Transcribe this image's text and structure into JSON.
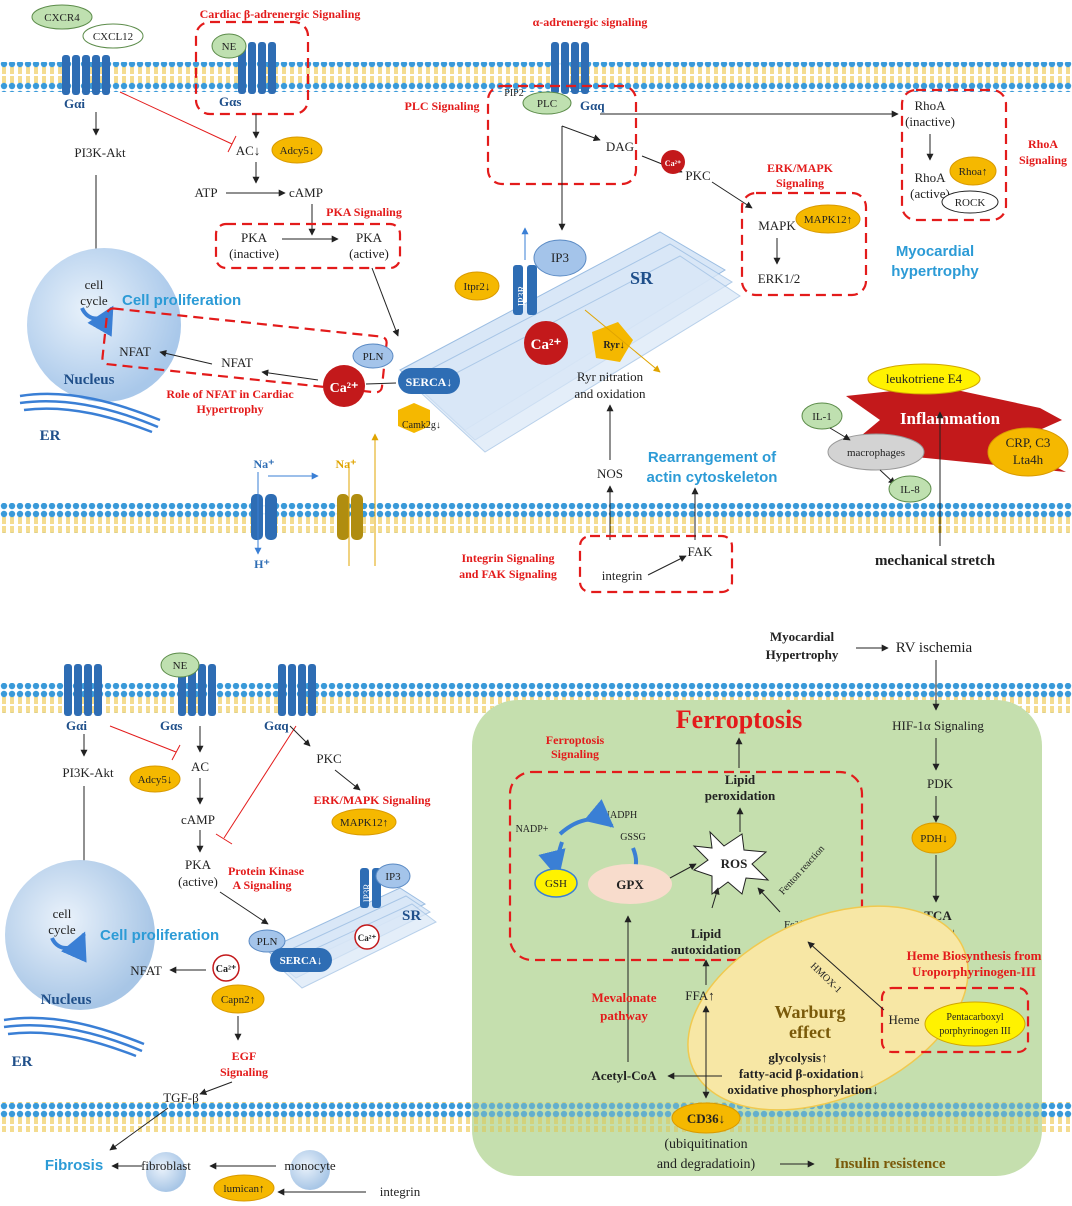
{
  "top": {
    "receptors": {
      "cxcr4": "CXCR4",
      "cxcl12": "CXCL12",
      "ne": "NE",
      "gai": "Gαi",
      "gas": "Gαs",
      "gaq": "Gαq"
    },
    "titles": {
      "cardiac_beta": "Cardiac β-adrenergic Signaling",
      "alpha": "α-adrenergic signaling",
      "plc_signaling": "PLC Signaling",
      "pka_signaling": "PKA Signaling",
      "erk_mapk_1": "ERK/MAPK",
      "erk_mapk_2": "Signaling",
      "rhoa_1": "RhoA",
      "rhoa_2": "Signaling",
      "nfat_1": "Role of NFAT in Cardiac",
      "nfat_2": "Hypertrophy",
      "integrin_1": "Integrin Signaling",
      "integrin_2": "and FAK Signaling"
    },
    "nodes": {
      "pi3k": "PI3K-Akt",
      "ac": "AC↓",
      "adcy5": "Adcy5↓",
      "atp": "ATP",
      "camp": "cAMP",
      "pka_inactive_1": "PKA",
      "pka_inactive_2": "(inactive)",
      "pka_active_1": "PKA",
      "pka_active_2": "(active)",
      "pip2": "PIP2",
      "plc": "PLC",
      "dag": "DAG",
      "pkc": "PKC",
      "ca_small": "Ca²⁺",
      "mapk": "MAPK",
      "mapk12": "MAPK12↑",
      "erk12": "ERK1/2",
      "rhoa_inactive_1": "RhoA",
      "rhoa_inactive_2": "(inactive)",
      "rhoa_active_1": "RhoA",
      "rhoa_active_2": "(active)",
      "rhoa_up": "Rhoa↑",
      "rock": "ROCK",
      "cell_cycle_1": "cell",
      "cell_cycle_2": "cycle",
      "cell_prolif": "Cell proliferation",
      "nfat_in": "NFAT",
      "nfat_out": "NFAT",
      "nucleus": "Nucleus",
      "er": "ER",
      "ca_big": "Ca²⁺",
      "pln": "PLN",
      "serca": "SERCA↓",
      "camk2g": "Camk2g↓",
      "itpr2": "Itpr2↓",
      "ip3r": "IP3R",
      "ip3": "IP3",
      "sr": "SR",
      "ca_sr": "Ca²⁺",
      "ryr": "Ryr↓",
      "ryr_nitration_1": "Ryr nitration",
      "ryr_nitration_2": "and oxidation",
      "myo_hyper_1": "Myocardial",
      "myo_hyper_2": "hypertrophy",
      "na1": "Na⁺",
      "na2": "Na⁺",
      "h": "H⁺",
      "nos": "NOS",
      "rearr_1": "Rearrangement of",
      "rearr_2": "actin cytoskeleton",
      "integrin": "integrin",
      "fak": "FAK",
      "leukotriene": "leukotriene E4",
      "inflammation": "Inflammation",
      "il1": "IL-1",
      "macrophages": "macrophages",
      "il8": "IL-8",
      "crp_1": "CRP, C3",
      "crp_2": "Lta4h",
      "mech_stretch": "mechanical stretch"
    }
  },
  "bottom": {
    "receptors": {
      "ne": "NE",
      "gai": "Gαi",
      "gas": "Gαs",
      "gaq": "Gαq"
    },
    "nodes": {
      "pi3k": "PI3K-Akt",
      "ac": "AC",
      "adcy5": "Adcy5↓",
      "camp": "cAMP",
      "pka_1": "PKA",
      "pka_2": "(active)",
      "pkc": "PKC",
      "erk_mapk": "ERK/MAPK Signaling",
      "mapk12": "MAPK12↑",
      "pka_sig_1": "Protein Kinase",
      "pka_sig_2": "A Signaling",
      "cell_cycle_1": "cell",
      "cell_cycle_2": "cycle",
      "cell_prolif": "Cell proliferation",
      "nucleus": "Nucleus",
      "er": "ER",
      "nfat": "NFAT",
      "ca": "Ca²⁺",
      "capn2": "Capn2↑",
      "pln": "PLN",
      "serca": "SERCA↓",
      "ip3r": "IP3R",
      "ip3": "IP3",
      "ca_sr": "Ca²⁺",
      "sr": "SR",
      "egf_1": "EGF",
      "egf_2": "Signaling",
      "tgfb": "TGF-β",
      "fibrosis": "Fibrosis",
      "fibroblast": "fibroblast",
      "monocyte": "monocyte",
      "lumican": "lumican↑",
      "integrin": "integrin",
      "myo_hyper_1": "Myocardial",
      "myo_hyper_2": "Hypertrophy",
      "rv_ischemia": "RV ischemia",
      "ferroptosis": "Ferroptosis",
      "ferro_sig_1": "Ferroptosis",
      "ferro_sig_2": "Signaling",
      "hif": "HIF-1α Signaling",
      "pdk": "PDK",
      "pdh": "PDH↓",
      "tca_1": "TCA",
      "tca_2": "cycle↓",
      "heme_bio_1": "Heme Biosynthesis from",
      "heme_bio_2": "Uroporphyrinogen-III",
      "nadph": "NADPH",
      "nadp": "NADP+",
      "gssg": "GSSG",
      "gsh": "GSH",
      "gpx": "GPX",
      "ros": "ROS",
      "lipid_perox_1": "Lipid",
      "lipid_perox_2": "peroxidation",
      "lipid_auto_1": "Lipid",
      "lipid_auto_2": "autoxidation",
      "fenton": "Fenton reaction",
      "fe": "Fe²⁺",
      "hmox": "HMOX-1",
      "heme": "Heme",
      "pentacarboxyl_1": "Pentacarboxyl",
      "pentacarboxyl_2": "porphyrinogen III",
      "mevalonate_1": "Mevalonate",
      "mevalonate_2": "pathway",
      "ffa": "FFA↑",
      "warburg_1": "Warburg",
      "warburg_2": "effect",
      "glycolysis": "glycolysis↑",
      "fatty_acid": "fatty-acid β-oxidation↓",
      "oxphos": "oxidative phosphorylation↓",
      "acetyl_coa": "Acetyl-CoA",
      "cd36": "CD36↓",
      "ubiq_1": "(ubiquitination",
      "ubiq_2": "and degradatioin)",
      "insulin": "Insulin resistence"
    }
  },
  "colors": {
    "signaling_red": "#e31b1b",
    "label_blue": "#2c9bd6",
    "receptor_blue": "#2e6db4",
    "highlight_orange": "#f5b800",
    "ferroptosis_green": "#c5dfae",
    "warburg_yellow": "#f7e7a5"
  }
}
